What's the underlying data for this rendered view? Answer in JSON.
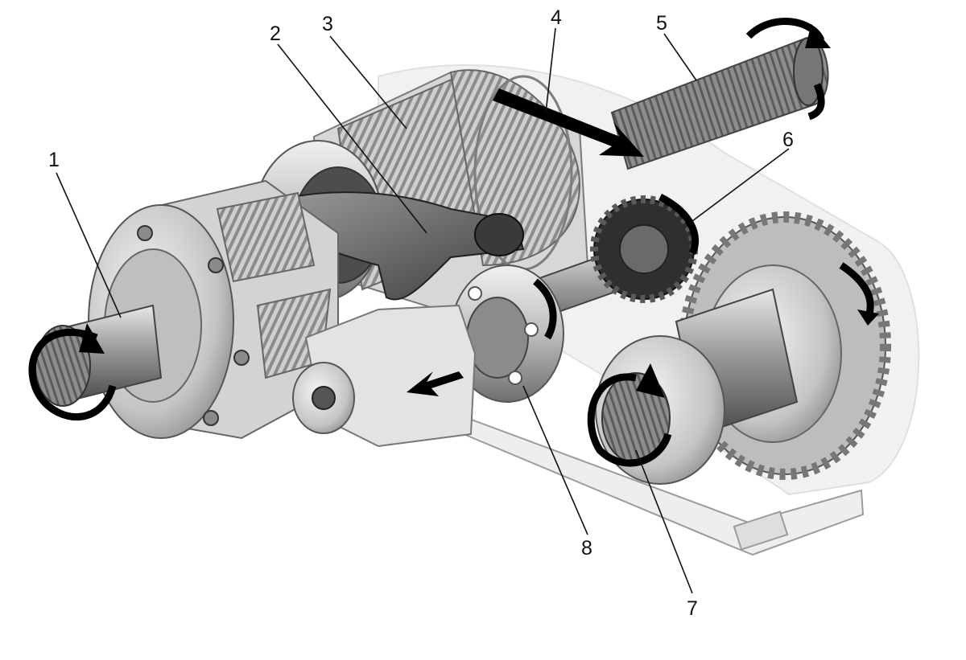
{
  "colors": {
    "background": "#ffffff",
    "metal_light": "#d9d9d9",
    "metal_mid": "#a8a8a8",
    "metal_dark": "#5a5a5a",
    "arrow": "#000000",
    "ghost_housing": "#cfcfcf"
  },
  "callouts": [
    {
      "id": "1",
      "label": "1"
    },
    {
      "id": "2",
      "label": "2"
    },
    {
      "id": "3",
      "label": "3"
    },
    {
      "id": "4",
      "label": "4"
    },
    {
      "id": "5",
      "label": "5"
    },
    {
      "id": "6",
      "label": "6"
    },
    {
      "id": "7",
      "label": "7"
    },
    {
      "id": "8",
      "label": "8"
    }
  ]
}
